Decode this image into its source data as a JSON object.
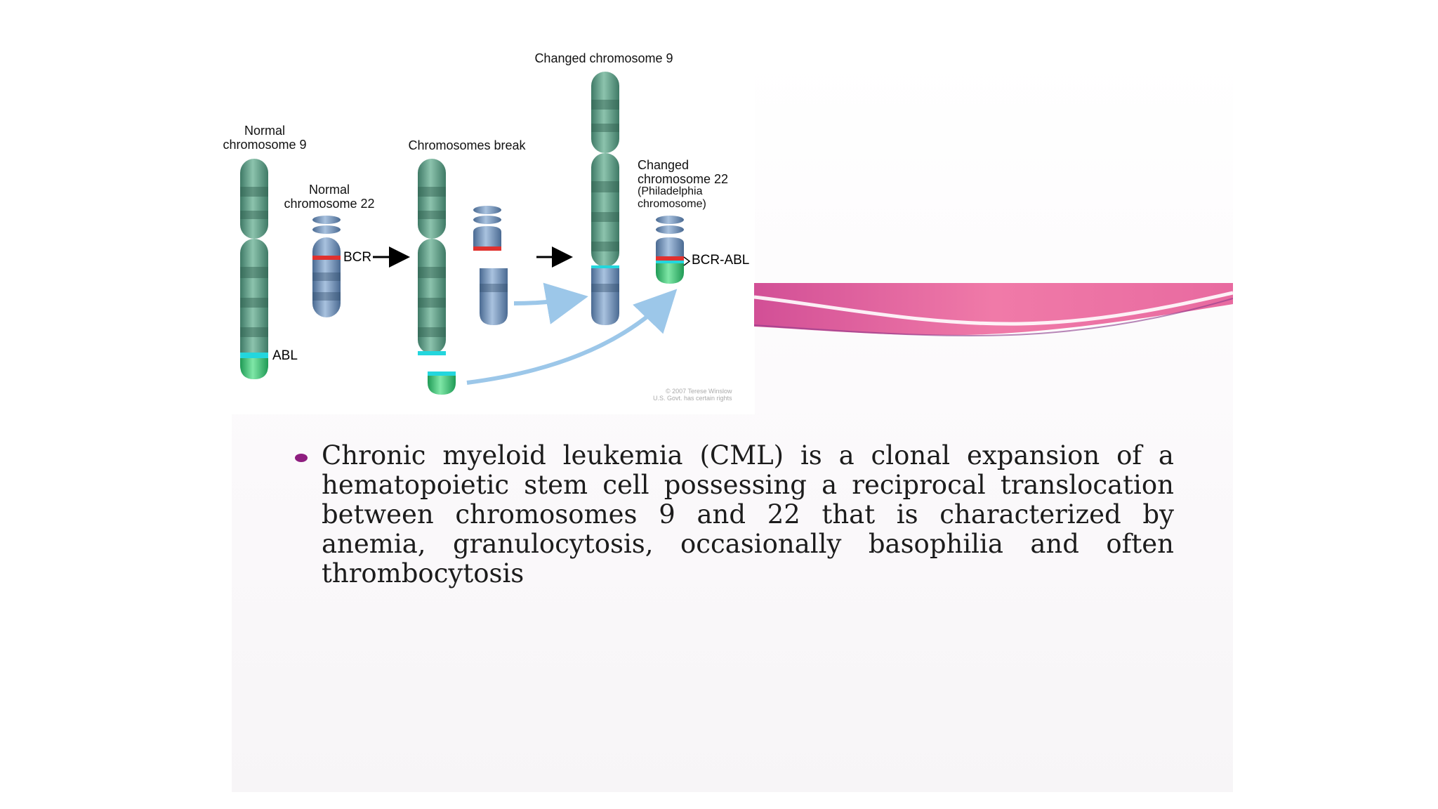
{
  "diagram": {
    "labels": {
      "normal_chr9": "Normal\nchromosome 9",
      "normal_chr22": "Normal\nchromosome 22",
      "chromosomes_break": "Chromosomes break",
      "changed_chr9": "Changed chromosome 9",
      "changed_chr22": "Changed\nchromosome 22",
      "philadelphia": "(Philadelphia\nchromosome)",
      "abl": "ABL",
      "bcr": "BCR",
      "bcr_abl": "BCR-ABL"
    },
    "credit": "© 2007 Terese Winslow\nU.S. Govt. has certain rights",
    "colors": {
      "chr9": "#5f9f88",
      "chr22": "#6f8fb5",
      "abl_band": "#23d6dd",
      "abl_tip": "#3fcf83",
      "bcr_band": "#e0312e",
      "arrow_light": "#9cc7e9"
    }
  },
  "bullet": {
    "text": "Chronic myeloid leukemia (CML) is a clonal expansion of a hematopoietic stem cell possessing a reciprocal translocation between chromosomes 9 and 22 that is characterized by anemia, granulocytosis, occasionally basophilia and often thrombocytosis"
  },
  "theme": {
    "bullet_color": "#8e1e7f",
    "swoosh_color": "#e0699d"
  }
}
